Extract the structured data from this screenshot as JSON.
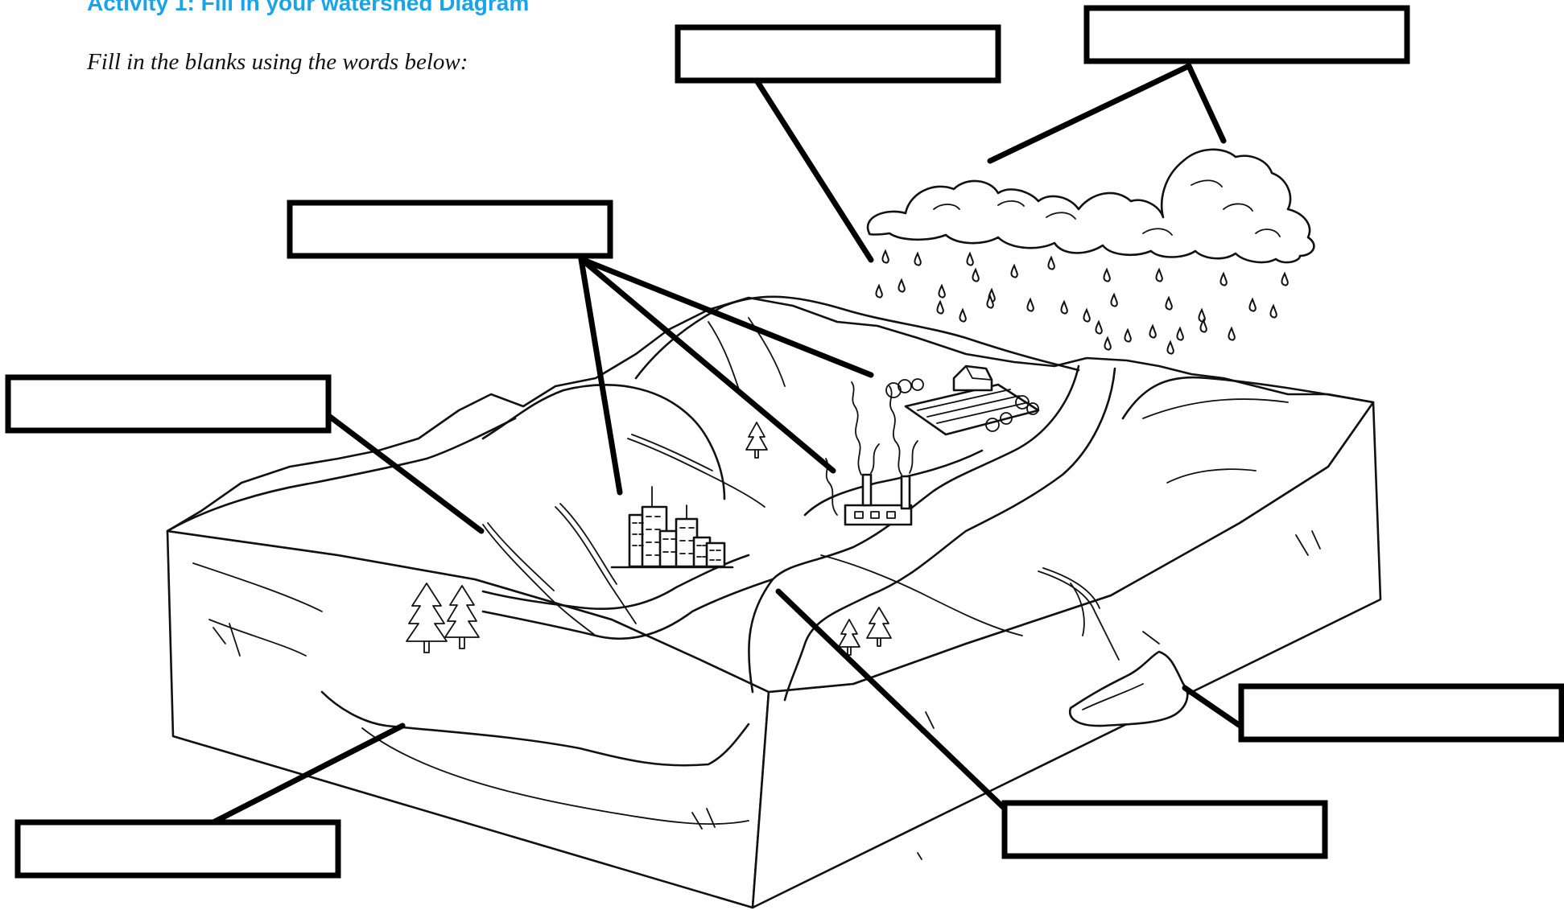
{
  "header": {
    "title": "Activity 1: Fill in your watershed Diagram",
    "instructions": "Fill in the blanks using the words below:"
  },
  "colors": {
    "title": "#1aa3e8",
    "ink": "#111111",
    "background": "#ffffff"
  },
  "diagram": {
    "label_boxes": [
      {
        "id": "clouds",
        "text": ""
      },
      {
        "id": "precipitation",
        "text": ""
      },
      {
        "id": "land-uses",
        "text": ""
      },
      {
        "id": "tributary",
        "text": ""
      },
      {
        "id": "groundwater",
        "text": ""
      },
      {
        "id": "lake",
        "text": ""
      },
      {
        "id": "main-river",
        "text": ""
      }
    ]
  }
}
